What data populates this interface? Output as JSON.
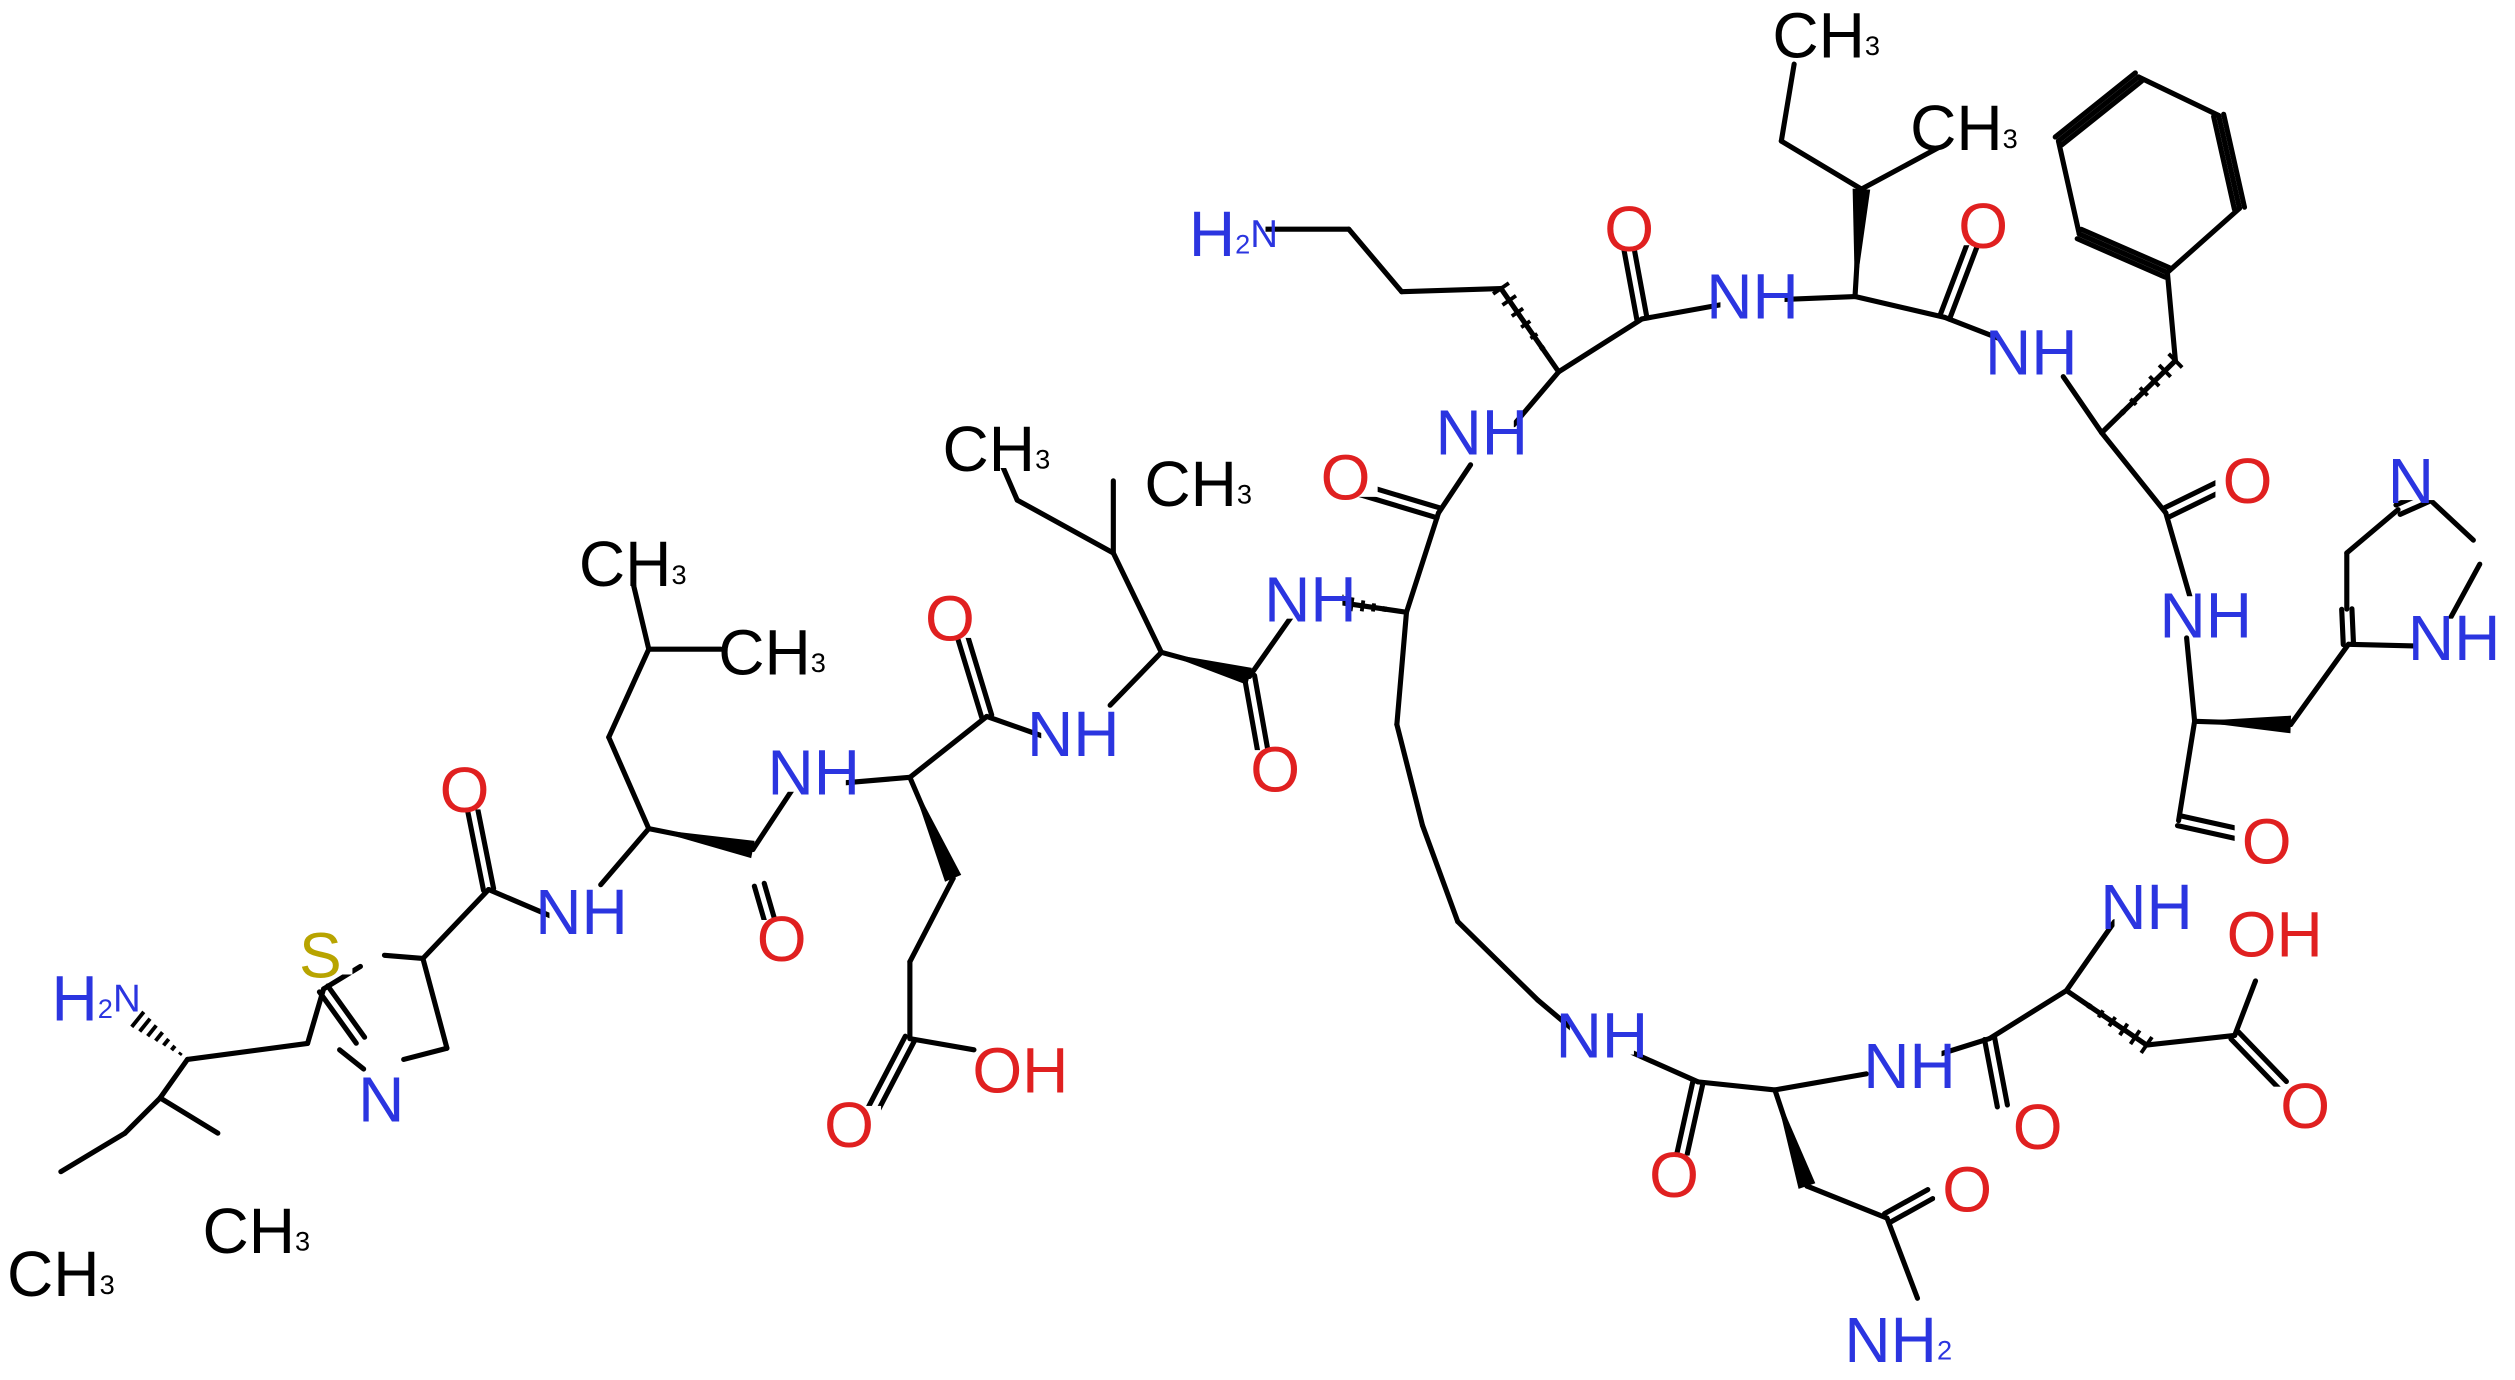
{
  "colors": {
    "background": "#ffffff",
    "bond": "#000000",
    "carbon_label": "#000000",
    "nitrogen": "#2b35e0",
    "oxygen": "#e02020",
    "sulfur": "#b8a400"
  },
  "atom_labels": {
    "CH3": "CH",
    "CH3_sub": "3",
    "NH": "NH",
    "N": "N",
    "O": "O",
    "OH": "OH",
    "S": "S",
    "H2N": "H",
    "H2N_sub": "2",
    "H2N_N": "N",
    "NH2": "NH",
    "NH2_sub": "2"
  }
}
